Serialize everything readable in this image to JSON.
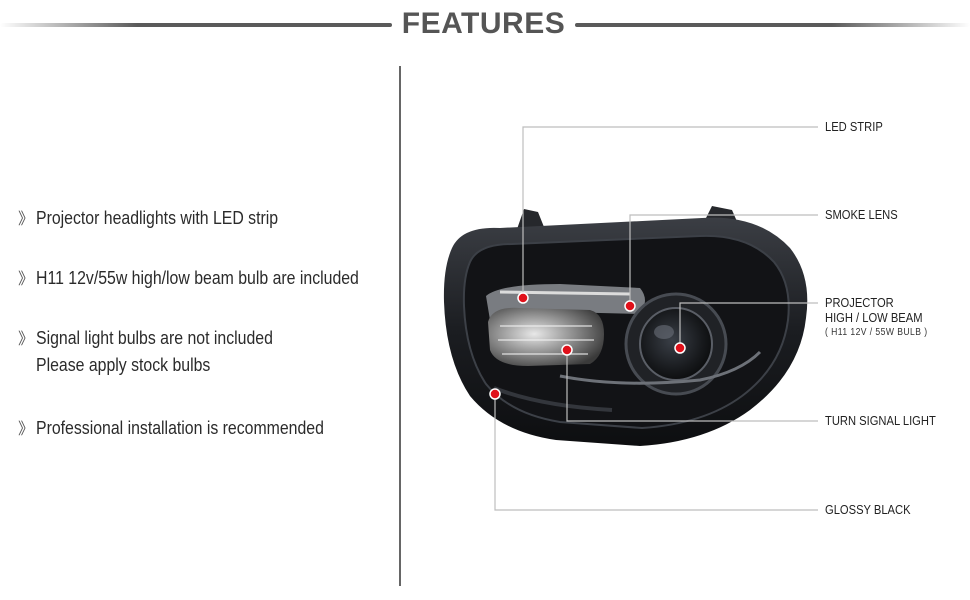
{
  "header": {
    "title": "FEATURES"
  },
  "features": [
    {
      "text": "Projector headlights with LED strip"
    },
    {
      "text": "H11 12v/55w high/low beam bulb are included"
    },
    {
      "text": "Signal light bulbs are not included",
      "subtext": "Please apply stock bulbs"
    },
    {
      "text": "Professional installation is recommended"
    }
  ],
  "bullet_icon": "double-chevron-right",
  "callouts": {
    "led_strip": "LED STRIP",
    "smoke_lens": "SMOKE LENS",
    "projector_line1": "PROJECTOR",
    "projector_line2": "HIGH / LOW BEAM",
    "projector_note": "( H11  12V / 55W  BULB )",
    "turn_signal": "TURN SIGNAL LIGHT",
    "glossy_black": "GLOSSY BLACK"
  },
  "colors": {
    "marker": "#e0101a",
    "leader_line": "#bdbdbd",
    "housing": "#1c1e22"
  }
}
